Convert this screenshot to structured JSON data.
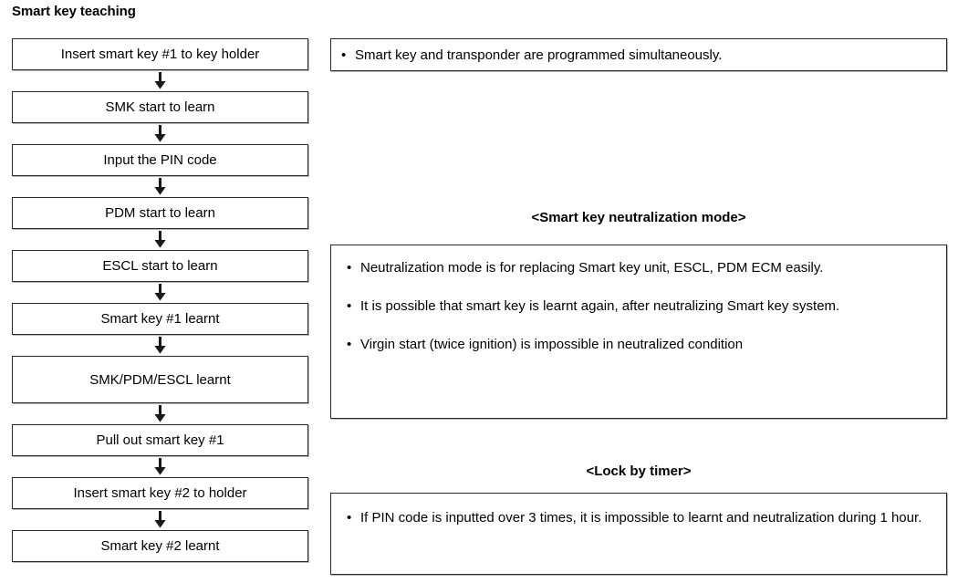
{
  "section": {
    "title": "Smart key teaching"
  },
  "flow": {
    "arrow_icon": "arrow-down-icon",
    "steps": [
      {
        "label": "Insert smart key #1 to key holder",
        "lines": 1
      },
      {
        "label": "SMK start to learn",
        "lines": 1
      },
      {
        "label": "Input the PIN code",
        "lines": 1
      },
      {
        "label": "PDM start to learn",
        "lines": 1
      },
      {
        "label": "ESCL start to learn",
        "lines": 1
      },
      {
        "label": "Smart key #1 learnt",
        "lines": 1
      },
      {
        "label": "SMK/PDM/ESCL learnt",
        "lines": 2
      },
      {
        "label": "Pull out smart key #1",
        "lines": 1
      },
      {
        "label": "Insert smart key #2 to holder",
        "lines": 1
      },
      {
        "label": "Smart key #2 learnt",
        "lines": 1
      }
    ]
  },
  "notes": {
    "bullet_glyph": "•",
    "top_note": {
      "text": "Smart key and transponder are programmed simultaneously."
    },
    "neutralization": {
      "heading": "<Smart key neutralization mode>",
      "bullets": [
        "Neutralization mode is for replacing Smart key unit, ESCL, PDM ECM easily.",
        "It is possible that smart key is learnt again, after neutralizing Smart key system.",
        "Virgin start (twice ignition) is impossible in neutralized condition"
      ]
    },
    "lock_by_timer": {
      "heading": "<Lock by timer>",
      "bullets": [
        "If PIN code is inputted over 3 times, it is impossible to learnt and neutralization during 1 hour."
      ]
    }
  },
  "colors": {
    "border": "#2b2b2b",
    "background": "#ffffff",
    "text": "#000000"
  }
}
